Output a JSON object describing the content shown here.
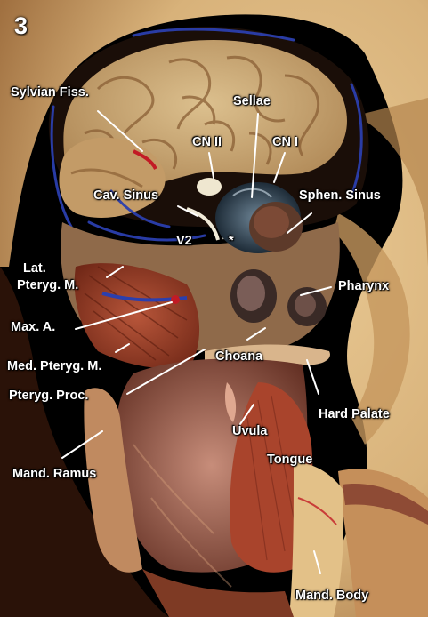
{
  "figure": {
    "panel_number": "3",
    "labels": {
      "sylvian": "Sylvian Fiss.",
      "sellae": "Sellae",
      "cn2": "CN II",
      "cn1": "CN I",
      "cav_sinus": "Cav. Sinus",
      "sphen_sinus": "Sphen. Sinus",
      "v2": "V2",
      "asterisk": "*",
      "lat_pteryg_1": "Lat.",
      "lat_pteryg_2": "Pteryg. M.",
      "pharynx": "Pharynx",
      "max_a": "Max. A.",
      "med_pteryg": "Med. Pteryg. M.",
      "choana": "Choana",
      "pteryg_proc": "Pteryg. Proc.",
      "hard_palate": "Hard Palate",
      "uvula": "Uvula",
      "mand_ramus": "Mand. Ramus",
      "tongue": "Tongue",
      "mand_body": "Mand. Body"
    }
  },
  "colors": {
    "background": "#000000",
    "skin": "#d8b27a",
    "brain": "#c9a372",
    "muscle": "#9a3d24",
    "vessel": "#2b3fae",
    "label": "#ffffff"
  }
}
